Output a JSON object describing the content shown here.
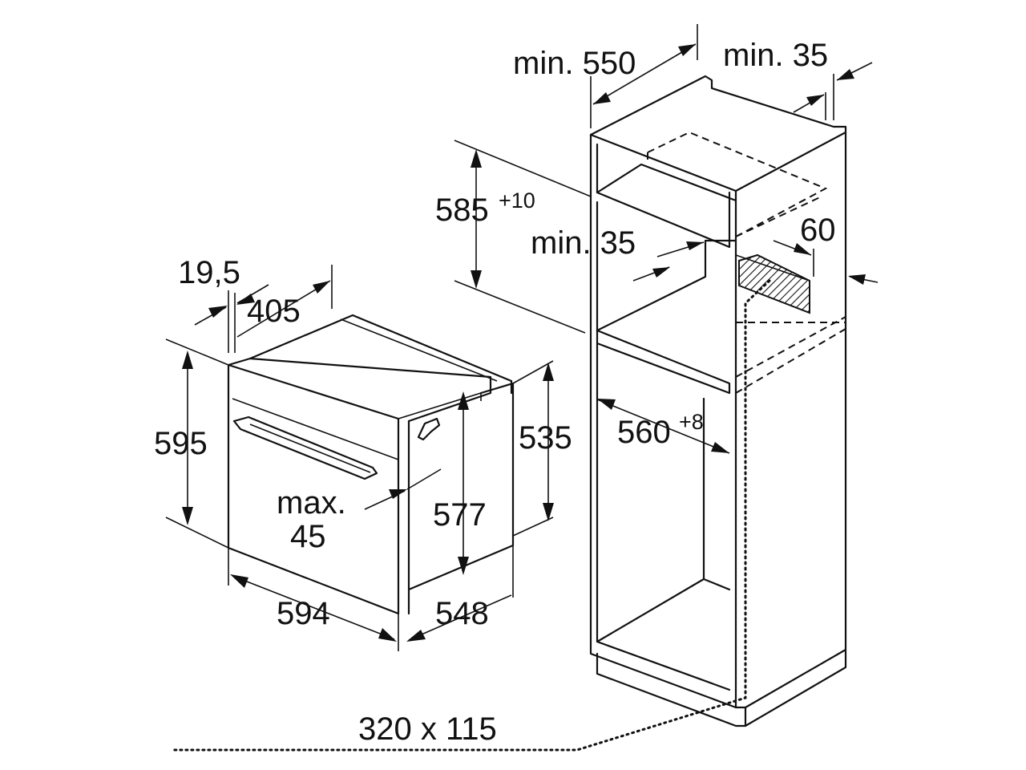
{
  "dimensions": {
    "min_550": "min. 550",
    "min_35_top": "min. 35",
    "d585": "585",
    "d585_tol": "+10",
    "min_35_mid": "min. 35",
    "d60": "60",
    "d560": "560",
    "d560_tol": "+8",
    "d19_5": "19,5",
    "d405": "405",
    "d595": "595",
    "d535": "535",
    "max_label": "max.",
    "max_value": "45",
    "d577": "577",
    "d594": "594",
    "d548": "548",
    "vent_opening": "320 x 115"
  }
}
